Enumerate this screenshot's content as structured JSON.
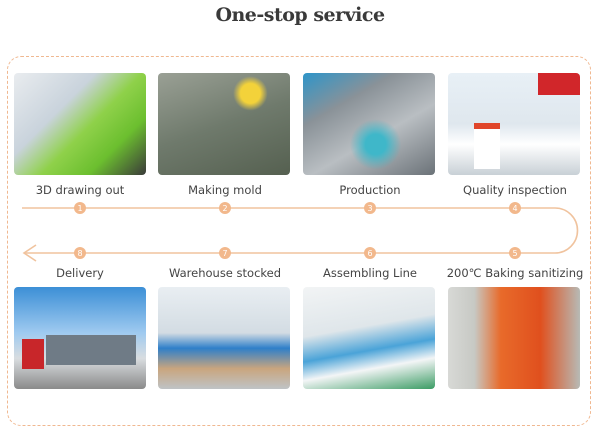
{
  "title": "One-stop service",
  "steps": [
    {
      "num": "1",
      "label": "3D drawing out",
      "image": "office-workers-at-computers"
    },
    {
      "num": "2",
      "label": "Making mold",
      "image": "mold-components"
    },
    {
      "num": "3",
      "label": "Production",
      "image": "molding-machine"
    },
    {
      "num": "4",
      "label": "Quality inspection",
      "image": "inspector-at-qc-station"
    },
    {
      "num": "5",
      "label": "200℃ Baking sanitizing",
      "image": "baking-oven-racks"
    },
    {
      "num": "6",
      "label": "Assembling Line",
      "image": "assembly-line-workers"
    },
    {
      "num": "7",
      "label": "Warehouse stocked",
      "image": "warehouse-boxes"
    },
    {
      "num": "8",
      "label": "Delivery",
      "image": "container-truck"
    }
  ],
  "colors": {
    "line": "#f0c39e",
    "circle": "#f2b88c",
    "border": "#f0b890"
  }
}
